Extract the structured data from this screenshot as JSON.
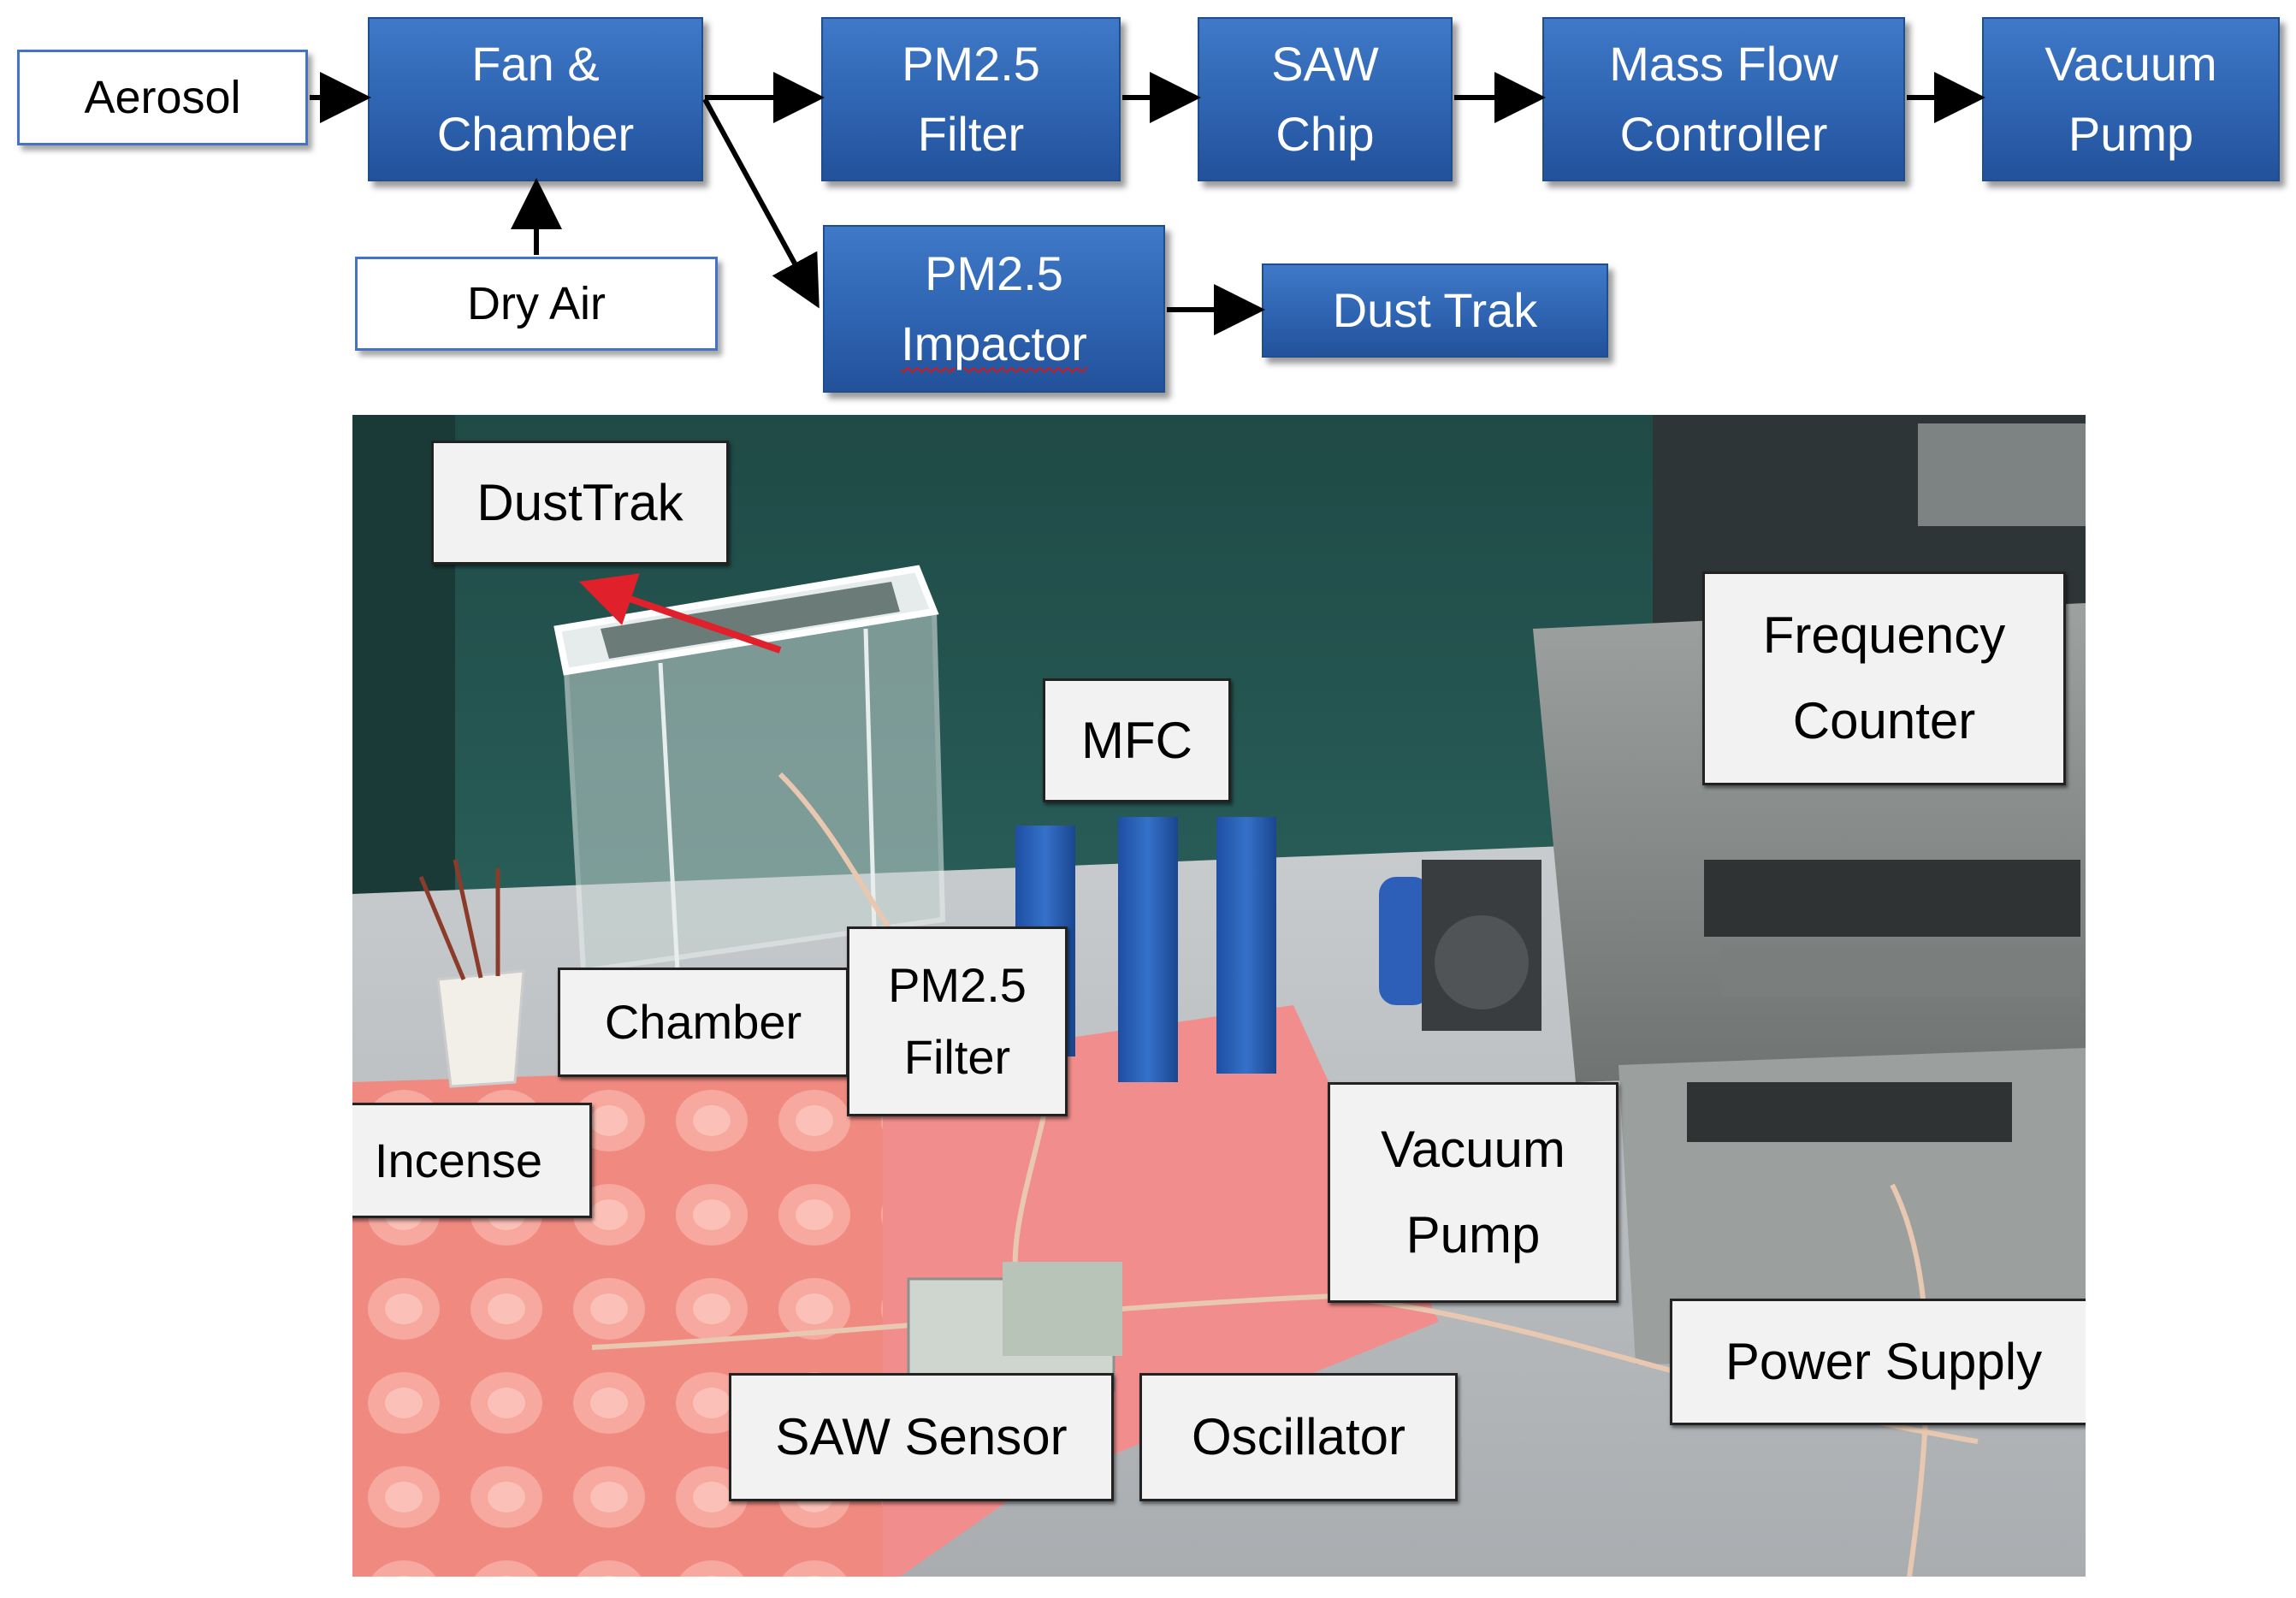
{
  "flow": {
    "aerosol": "Aerosol",
    "fan_chamber": "Fan &\nChamber",
    "dry_air": "Dry Air",
    "pm25_filter": "PM2.5\nFilter",
    "saw_chip": "SAW\nChip",
    "mfc": "Mass Flow\nController",
    "vacuum_pump": "Vacuum\nPump",
    "pm25_impactor_line1": "PM2.5",
    "pm25_impactor_line2": "Impactor",
    "dust_trak": "Dust Trak"
  },
  "photo": {
    "labels": {
      "dusttrak": "DustTrak",
      "frequency_counter": "Frequency\nCounter",
      "mfc": "MFC",
      "chamber": "Chamber",
      "pm25_filter": "PM2.5\nFilter",
      "incense": "Incense",
      "vacuum_pump": "Vacuum\nPump",
      "power_supply": "Power Supply",
      "saw_sensor": "SAW Sensor",
      "oscillator": "Oscillator"
    }
  },
  "colors": {
    "box_blue": "#2e64b2",
    "arrow_black": "#000000",
    "pointer_red": "#e0202a"
  }
}
